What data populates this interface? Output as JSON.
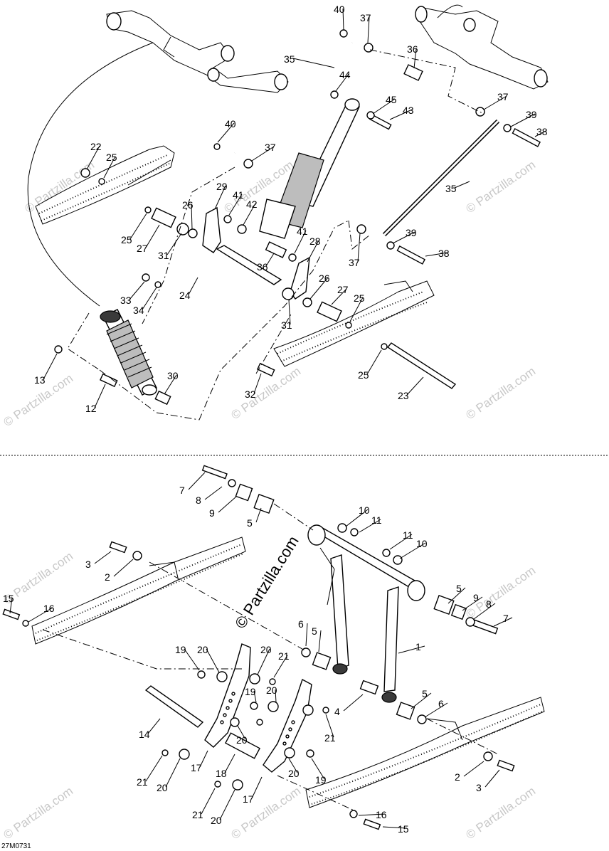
{
  "figure_ref": "27M0731",
  "watermark": {
    "main": "© Partzilla.com",
    "repeat": "© Partzilla.com"
  },
  "callouts_upper": [
    "40",
    "37",
    "36",
    "35",
    "44",
    "45",
    "43",
    "37",
    "39",
    "38",
    "40",
    "37",
    "22",
    "25",
    "29",
    "41",
    "42",
    "26",
    "35",
    "25",
    "27",
    "31",
    "41",
    "28",
    "37",
    "39",
    "38",
    "36",
    "33",
    "34",
    "24",
    "26",
    "27",
    "25",
    "31",
    "13",
    "30",
    "25",
    "32",
    "12",
    "23"
  ],
  "callouts_lower": [
    "7",
    "8",
    "9",
    "5",
    "10",
    "11",
    "11",
    "10",
    "3",
    "2",
    "15",
    "16",
    "5",
    "9",
    "8",
    "7",
    "6",
    "5",
    "1",
    "19",
    "20",
    "20",
    "21",
    "19",
    "20",
    "4",
    "5",
    "6",
    "14",
    "21",
    "20",
    "17",
    "18",
    "20",
    "19",
    "21",
    "20",
    "2",
    "3",
    "21",
    "20",
    "17",
    "16",
    "15"
  ]
}
